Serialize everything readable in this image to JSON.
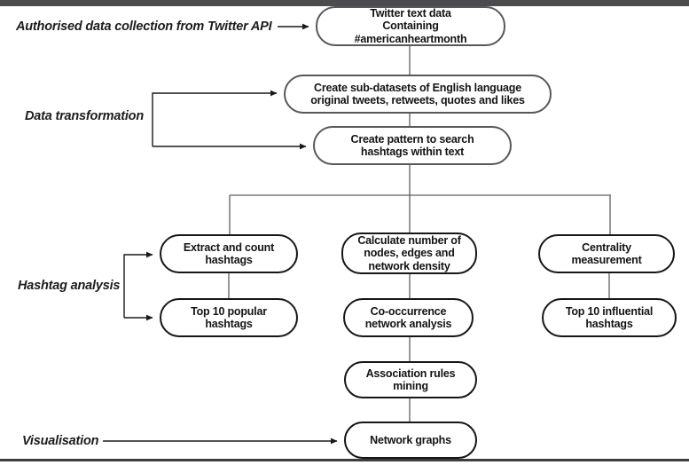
{
  "labels": {
    "authorised": "Authorised data collection from Twitter API",
    "data_transformation": "Data transformation",
    "hashtag_analysis": "Hashtag analysis",
    "visualisation": "Visualisation"
  },
  "nodes": {
    "twitter_text_data": "Twitter text data\nContaining\n#americanheartmonth",
    "create_subdatasets": "Create sub-datasets of English language\noriginal tweets, retweets, quotes and likes",
    "create_pattern": "Create pattern to search\nhashtags within text",
    "extract_count": "Extract and count\nhashtags",
    "calculate_nodes": "Calculate number of\nnodes, edges and\nnetwork density",
    "centrality": "Centrality\nmeasurement",
    "top10_popular": "Top 10 popular\nhashtags",
    "cooccurrence": "Co-occurrence\nnetwork analysis",
    "top10_influential": "Top 10 influential\nhashtags",
    "association_rules": "Association rules\nmining",
    "network_graphs": "Network graphs"
  },
  "colors": {
    "top_bar": "#4c4c4e",
    "bottom_rule": "#3d3d3f",
    "node_border_gray": "#58585a",
    "node_border_black": "#161616",
    "connector_line": "#5f5f5f",
    "arrow": "#1a1a1a",
    "text": "#141414",
    "background": "#ffffff"
  }
}
